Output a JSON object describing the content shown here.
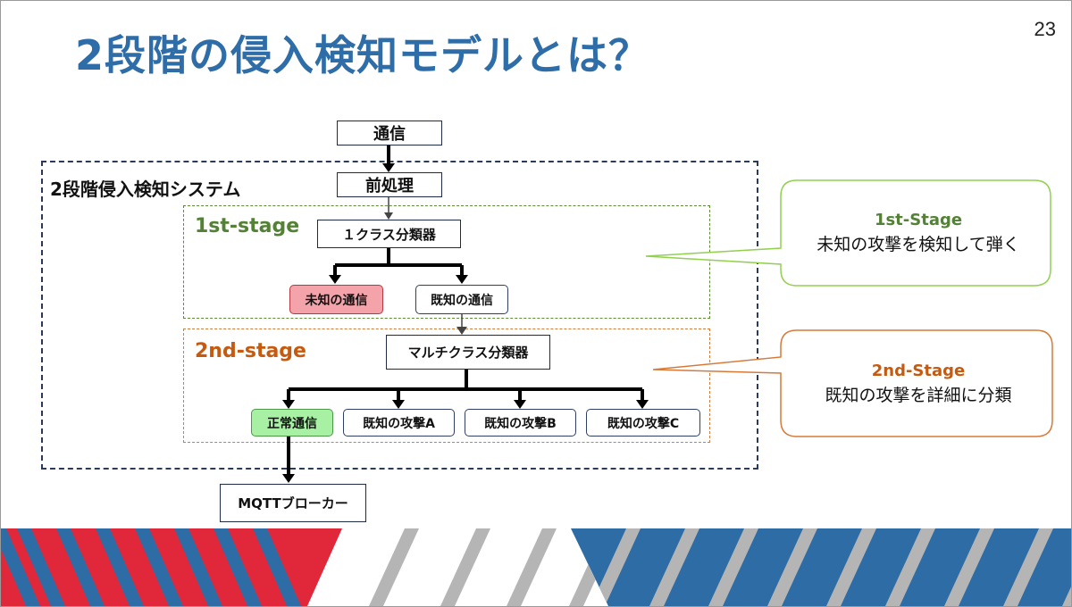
{
  "page_number": "23",
  "title": "2段階の侵入検知モデルとは？",
  "system_label": "2段階侵入検知システム",
  "stages": {
    "first": "1st-stage",
    "second": "2nd-stage"
  },
  "nodes": {
    "traffic": "通信",
    "preprocess": "前処理",
    "one_class": "１クラス分類器",
    "unknown_traffic": "未知の通信",
    "known_traffic": "既知の通信",
    "multiclass": "マルチクラス分類器",
    "normal_traffic": "正常通信",
    "attack_a": "既知の攻撃A",
    "attack_b": "既知の攻撃B",
    "attack_c": "既知の攻撃C",
    "broker": "MQTTブローカー"
  },
  "callouts": [
    {
      "heading": "1st-Stage",
      "body": "未知の攻撃を検知して弾く"
    },
    {
      "heading": "2nd-Stage",
      "body": "既知の攻撃を詳細に分類"
    }
  ],
  "colors": {
    "title": "#2e6da7",
    "stage1": "#538135",
    "stage2": "#c55a11",
    "unknown_fill": "#f4a3aa",
    "normal_fill": "#a8f0a4",
    "banner_red": "#e0283a",
    "banner_blue": "#2e6ca6"
  }
}
